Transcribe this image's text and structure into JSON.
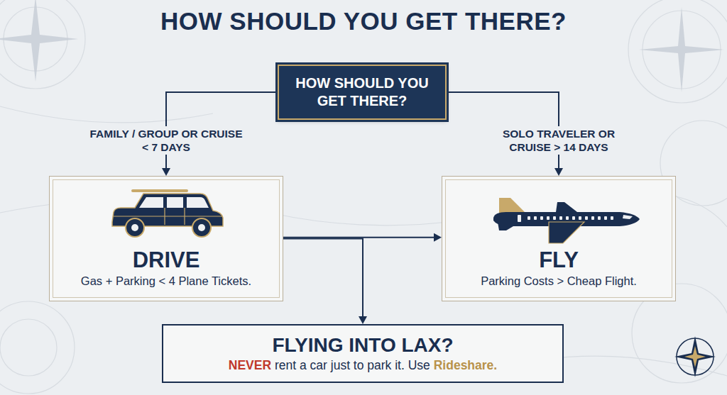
{
  "diagram": {
    "title": "HOW SHOULD YOU GET THERE?",
    "nodes": [
      {
        "text": [
          "HOW SHOULD YOU GET THERE?"
        ]
      },
      {
        "text": [
          "DRIVE",
          "Gas + Parking < 4 Plane Tickets."
        ]
      },
      {
        "text": [
          "FLY",
          "Parking Costs > Cheap Flight."
        ]
      },
      {
        "text": [
          "FLYING INTO LAX?",
          "NEVER",
          "rent a car just to park it. Use",
          "Rideshare."
        ]
      }
    ],
    "edges": [
      {
        "from": 0,
        "to": 1,
        "label": "FAMILY / GROUP OR CRUISE < 7 DAYS",
        "arrow": "to"
      },
      {
        "from": 0,
        "to": 2,
        "label": "SOLO TRAVELER OR CRUISE > 14 DAYS",
        "arrow": "to"
      },
      {
        "from": 1,
        "to": 2,
        "arrow": "to"
      },
      {
        "from": 1,
        "to": 3,
        "arrow": "to"
      }
    ]
  }
}
